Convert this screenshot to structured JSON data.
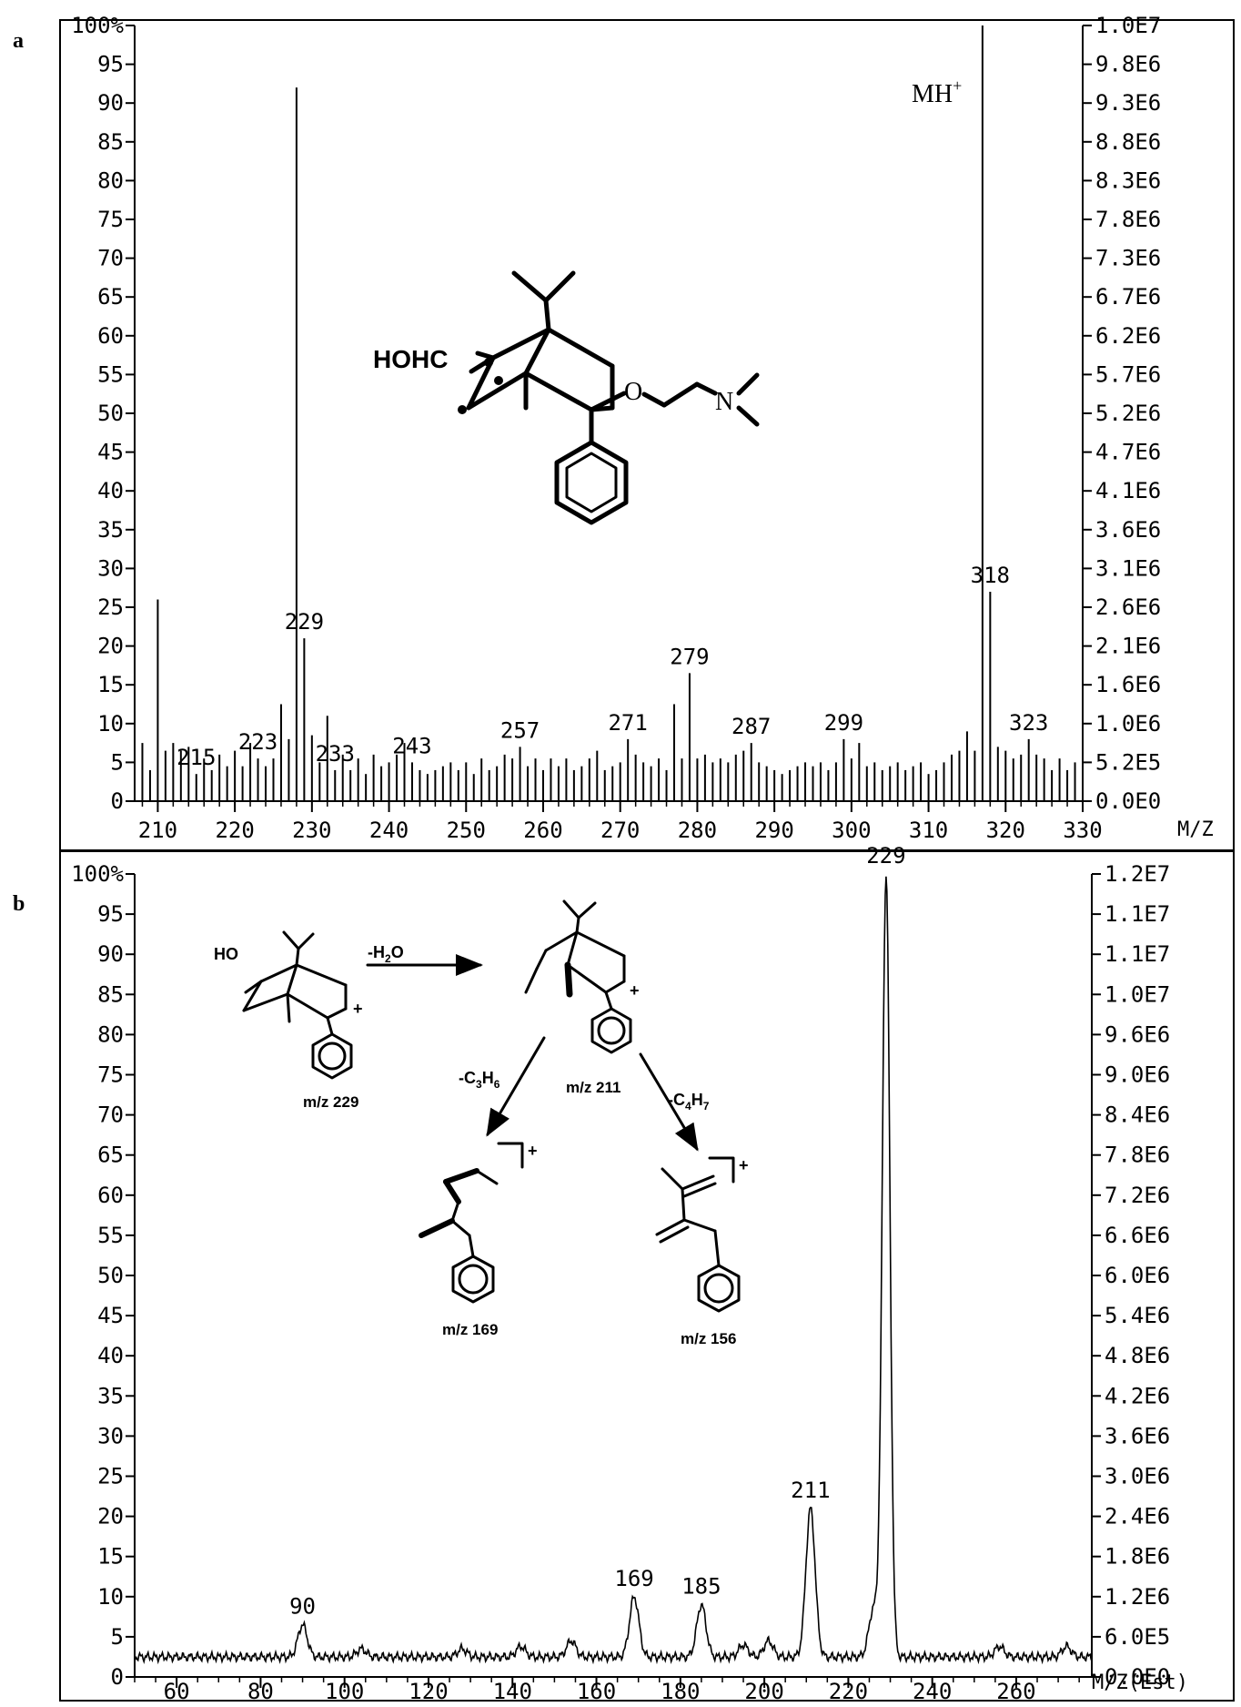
{
  "chart_data": [
    {
      "panel_label": "a",
      "type": "bar",
      "xlim": [
        207,
        330
      ],
      "ylim": [
        0,
        100
      ],
      "x_ticks": [
        210,
        220,
        230,
        240,
        250,
        260,
        270,
        280,
        290,
        300,
        310,
        320,
        330
      ],
      "x_axis_label": "M/Z",
      "y_ticks": [
        "0",
        "5",
        "10",
        "15",
        "20",
        "25",
        "30",
        "35",
        "40",
        "45",
        "50",
        "55",
        "60",
        "65",
        "70",
        "75",
        "80",
        "85",
        "90",
        "95",
        "100%"
      ],
      "right_ticks": [
        "0.0E0",
        "5.2E5",
        "1.0E6",
        "1.6E6",
        "2.1E6",
        "2.6E6",
        "3.1E6",
        "3.6E6",
        "4.1E6",
        "4.7E6",
        "5.2E6",
        "5.7E6",
        "6.2E6",
        "6.7E6",
        "7.3E6",
        "7.8E6",
        "8.3E6",
        "8.8E6",
        "9.3E6",
        "9.8E6",
        "1.0E7"
      ],
      "annotation": "MH",
      "annotation_sup": "+",
      "x": [
        208,
        209,
        210,
        211,
        212,
        213,
        214,
        215,
        216,
        217,
        218,
        219,
        220,
        221,
        222,
        223,
        224,
        225,
        226,
        227,
        228,
        229,
        230,
        231,
        232,
        233,
        234,
        235,
        236,
        237,
        238,
        239,
        240,
        241,
        242,
        243,
        244,
        245,
        246,
        247,
        248,
        249,
        250,
        251,
        252,
        253,
        254,
        255,
        256,
        257,
        258,
        259,
        260,
        261,
        262,
        263,
        264,
        265,
        266,
        267,
        268,
        269,
        270,
        271,
        272,
        273,
        274,
        275,
        276,
        277,
        278,
        279,
        280,
        281,
        282,
        283,
        284,
        285,
        286,
        287,
        288,
        289,
        290,
        291,
        292,
        293,
        294,
        295,
        296,
        297,
        298,
        299,
        300,
        301,
        302,
        303,
        304,
        305,
        306,
        307,
        308,
        309,
        310,
        311,
        312,
        313,
        314,
        315,
        316,
        317,
        318,
        319,
        320,
        321,
        322,
        323,
        324,
        325,
        326,
        327,
        328,
        329
      ],
      "values": [
        7.5,
        4.0,
        26.0,
        6.5,
        7.5,
        6.5,
        7.0,
        3.5,
        5.5,
        4.0,
        6.0,
        4.5,
        6.5,
        4.5,
        7.5,
        5.5,
        4.5,
        5.5,
        12.5,
        8.0,
        92.0,
        21.0,
        8.5,
        5.0,
        11.0,
        4.0,
        6.0,
        4.0,
        5.5,
        3.5,
        6.0,
        4.5,
        5.0,
        6.0,
        7.5,
        5.0,
        4.0,
        3.5,
        4.0,
        4.5,
        5.0,
        4.0,
        5.0,
        3.5,
        5.5,
        4.0,
        4.5,
        6.0,
        5.5,
        7.0,
        4.5,
        5.5,
        4.0,
        5.5,
        4.5,
        5.5,
        4.0,
        4.5,
        5.5,
        6.5,
        4.0,
        4.5,
        5.0,
        8.0,
        6.0,
        5.0,
        4.5,
        5.5,
        4.0,
        12.5,
        5.5,
        16.5,
        5.5,
        6.0,
        5.0,
        5.5,
        5.0,
        6.0,
        6.5,
        7.5,
        5.0,
        4.5,
        4.0,
        3.5,
        4.0,
        4.5,
        5.0,
        4.5,
        5.0,
        4.0,
        5.0,
        8.0,
        5.5,
        7.5,
        4.5,
        5.0,
        4.0,
        4.5,
        5.0,
        4.0,
        4.5,
        5.0,
        3.5,
        4.0,
        5.0,
        6.0,
        6.5,
        9.0,
        6.5,
        100.0,
        27.0,
        7.0,
        6.5,
        5.5,
        6.0,
        8.0,
        6.0,
        5.5,
        4.0,
        5.5,
        4.0,
        5.0
      ],
      "peak_labels": [
        {
          "x": 215,
          "label": "215"
        },
        {
          "x": 223,
          "label": "223"
        },
        {
          "x": 229,
          "label": "229"
        },
        {
          "x": 233,
          "label": "233"
        },
        {
          "x": 243,
          "label": "243"
        },
        {
          "x": 257,
          "label": "257"
        },
        {
          "x": 271,
          "label": "271"
        },
        {
          "x": 279,
          "label": "279"
        },
        {
          "x": 287,
          "label": "287"
        },
        {
          "x": 299,
          "label": "299"
        },
        {
          "x": 318,
          "label": "318"
        },
        {
          "x": 323,
          "label": "323"
        }
      ]
    },
    {
      "panel_label": "b",
      "type": "line",
      "xlim": [
        50,
        278
      ],
      "ylim": [
        0,
        100
      ],
      "x_ticks": [
        60,
        80,
        100,
        120,
        140,
        160,
        180,
        200,
        220,
        240,
        260
      ],
      "x_axis_label": "M/Z(Est)",
      "y_ticks": [
        "0",
        "5",
        "10",
        "15",
        "20",
        "25",
        "30",
        "35",
        "40",
        "45",
        "50",
        "55",
        "60",
        "65",
        "70",
        "75",
        "80",
        "85",
        "90",
        "95",
        "100%"
      ],
      "right_ticks": [
        "0.0E0",
        "6.0E5",
        "1.2E6",
        "1.8E6",
        "2.4E6",
        "3.0E6",
        "3.6E6",
        "4.2E6",
        "4.8E6",
        "5.4E6",
        "6.0E6",
        "6.6E6",
        "7.2E6",
        "7.8E6",
        "8.4E6",
        "9.0E6",
        "9.6E6",
        "1.0E7",
        "1.1E7",
        "1.1E7",
        "1.2E7"
      ],
      "baseline": 2.5,
      "peaks": [
        {
          "x": 90,
          "y": 6.5
        },
        {
          "x": 104,
          "y": 3.5
        },
        {
          "x": 128,
          "y": 3.5
        },
        {
          "x": 142,
          "y": 3.8
        },
        {
          "x": 154,
          "y": 4.5
        },
        {
          "x": 169,
          "y": 10.0
        },
        {
          "x": 185,
          "y": 9.0
        },
        {
          "x": 195,
          "y": 4.0
        },
        {
          "x": 201,
          "y": 4.5
        },
        {
          "x": 211,
          "y": 21.0
        },
        {
          "x": 226,
          "y": 8.5
        },
        {
          "x": 229,
          "y": 100.0
        },
        {
          "x": 256,
          "y": 3.8
        },
        {
          "x": 272,
          "y": 3.8
        }
      ],
      "peak_labels": [
        {
          "x": 90,
          "label": "90"
        },
        {
          "x": 169,
          "label": "169"
        },
        {
          "x": 185,
          "label": "185"
        },
        {
          "x": 211,
          "label": "211"
        },
        {
          "x": 229,
          "label": "229"
        }
      ],
      "scheme_labels": {
        "ho": "HO",
        "loss_water": "-H",
        "loss_water_sub": "2",
        "loss_water_tail": "O",
        "loss_c3_a": "-C",
        "loss_c3_sub1": "3",
        "loss_c3_b": "H",
        "loss_c3_sub2": "6",
        "loss_c4_a": "-C",
        "loss_c4_sub1": "4",
        "loss_c4_b": "H",
        "loss_c4_sub2": "7",
        "mz229": "m/z 229",
        "mz211": "m/z 211",
        "mz169": "m/z 169",
        "mz156": "m/z 156",
        "plus": "+"
      }
    }
  ],
  "structure_a": {
    "hohc": "HOHC",
    "o": "O",
    "n": "N"
  }
}
